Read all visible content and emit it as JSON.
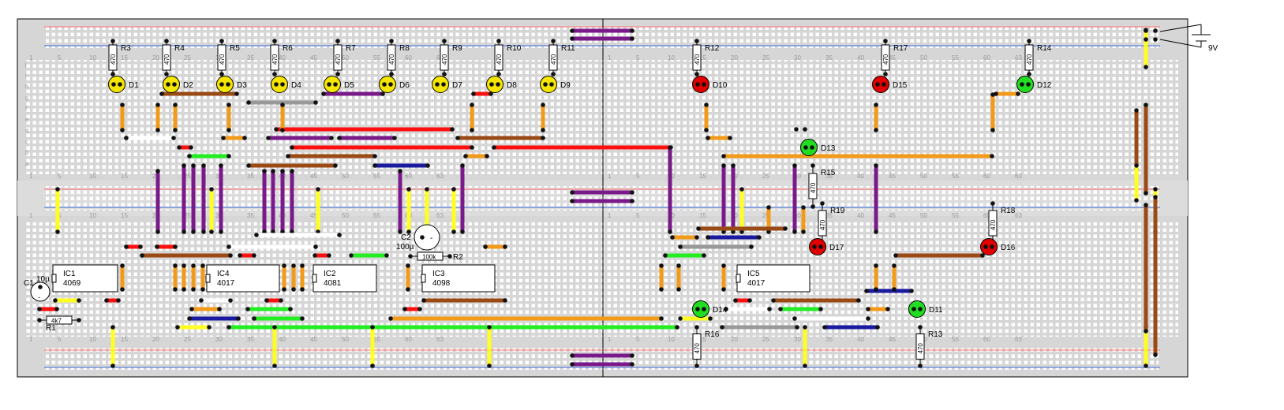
{
  "rail_numbers": {
    "top": [
      "1",
      "5",
      "10",
      "15",
      "20",
      "25",
      "30",
      "35",
      "40",
      "45",
      "50",
      "55",
      "60",
      "63",
      "1",
      "5",
      "10",
      "15",
      "20",
      "25",
      "30",
      "35",
      "40",
      "45",
      "50",
      "55",
      "60",
      "63"
    ],
    "row_letters_upper": [
      "j",
      "i",
      "h",
      "g",
      "f",
      "e",
      "d",
      "c",
      "b",
      "a"
    ]
  },
  "power": {
    "label": "9V"
  },
  "resistors": [
    {
      "id": "R3",
      "value": "470"
    },
    {
      "id": "R4",
      "value": "470"
    },
    {
      "id": "R5",
      "value": "470"
    },
    {
      "id": "R6",
      "value": "470"
    },
    {
      "id": "R7",
      "value": "470"
    },
    {
      "id": "R8",
      "value": "470"
    },
    {
      "id": "R9",
      "value": "470"
    },
    {
      "id": "R10",
      "value": "470"
    },
    {
      "id": "R11",
      "value": "470"
    },
    {
      "id": "R12",
      "value": "470"
    },
    {
      "id": "R17",
      "value": "470"
    },
    {
      "id": "R14",
      "value": "470"
    },
    {
      "id": "R15",
      "value": "470"
    },
    {
      "id": "R19",
      "value": "470"
    },
    {
      "id": "R18",
      "value": "470"
    },
    {
      "id": "R16",
      "value": "470"
    },
    {
      "id": "R13",
      "value": "470"
    },
    {
      "id": "R2",
      "value": "100k"
    },
    {
      "id": "R1",
      "value": "4k7"
    }
  ],
  "leds": [
    {
      "id": "D1",
      "color": "#f5e600"
    },
    {
      "id": "D2",
      "color": "#f5e600"
    },
    {
      "id": "D3",
      "color": "#f5e600"
    },
    {
      "id": "D4",
      "color": "#f5e600"
    },
    {
      "id": "D5",
      "color": "#f5e600"
    },
    {
      "id": "D6",
      "color": "#f5e600"
    },
    {
      "id": "D7",
      "color": "#f5e600"
    },
    {
      "id": "D8",
      "color": "#f5e600"
    },
    {
      "id": "D9",
      "color": "#f5e600"
    },
    {
      "id": "D10",
      "color": "#e00000"
    },
    {
      "id": "D15",
      "color": "#e00000"
    },
    {
      "id": "D12",
      "color": "#22dd22"
    },
    {
      "id": "D13",
      "color": "#22dd22"
    },
    {
      "id": "D17",
      "color": "#e00000"
    },
    {
      "id": "D16",
      "color": "#e00000"
    },
    {
      "id": "D14",
      "color": "#22dd22"
    },
    {
      "id": "D11",
      "color": "#22dd22"
    }
  ],
  "ics": [
    {
      "id": "IC1",
      "part": "4069"
    },
    {
      "id": "IC4",
      "part": "4017"
    },
    {
      "id": "IC2",
      "part": "4081"
    },
    {
      "id": "IC3",
      "part": "4098"
    },
    {
      "id": "IC5",
      "part": "4017"
    }
  ],
  "capacitors": [
    {
      "id": "C1",
      "value": "10µ"
    },
    {
      "id": "C2",
      "value": "100µ"
    }
  ],
  "wire_colors": {
    "orange": "#f29a1a",
    "purple": "#7a1a8a",
    "red": "#ff1010",
    "brown": "#9a4a14",
    "grey": "#999999",
    "white": "#ffffff",
    "green": "#22ee22",
    "yellow": "#ffff22",
    "blue": "#1a1aa0"
  }
}
